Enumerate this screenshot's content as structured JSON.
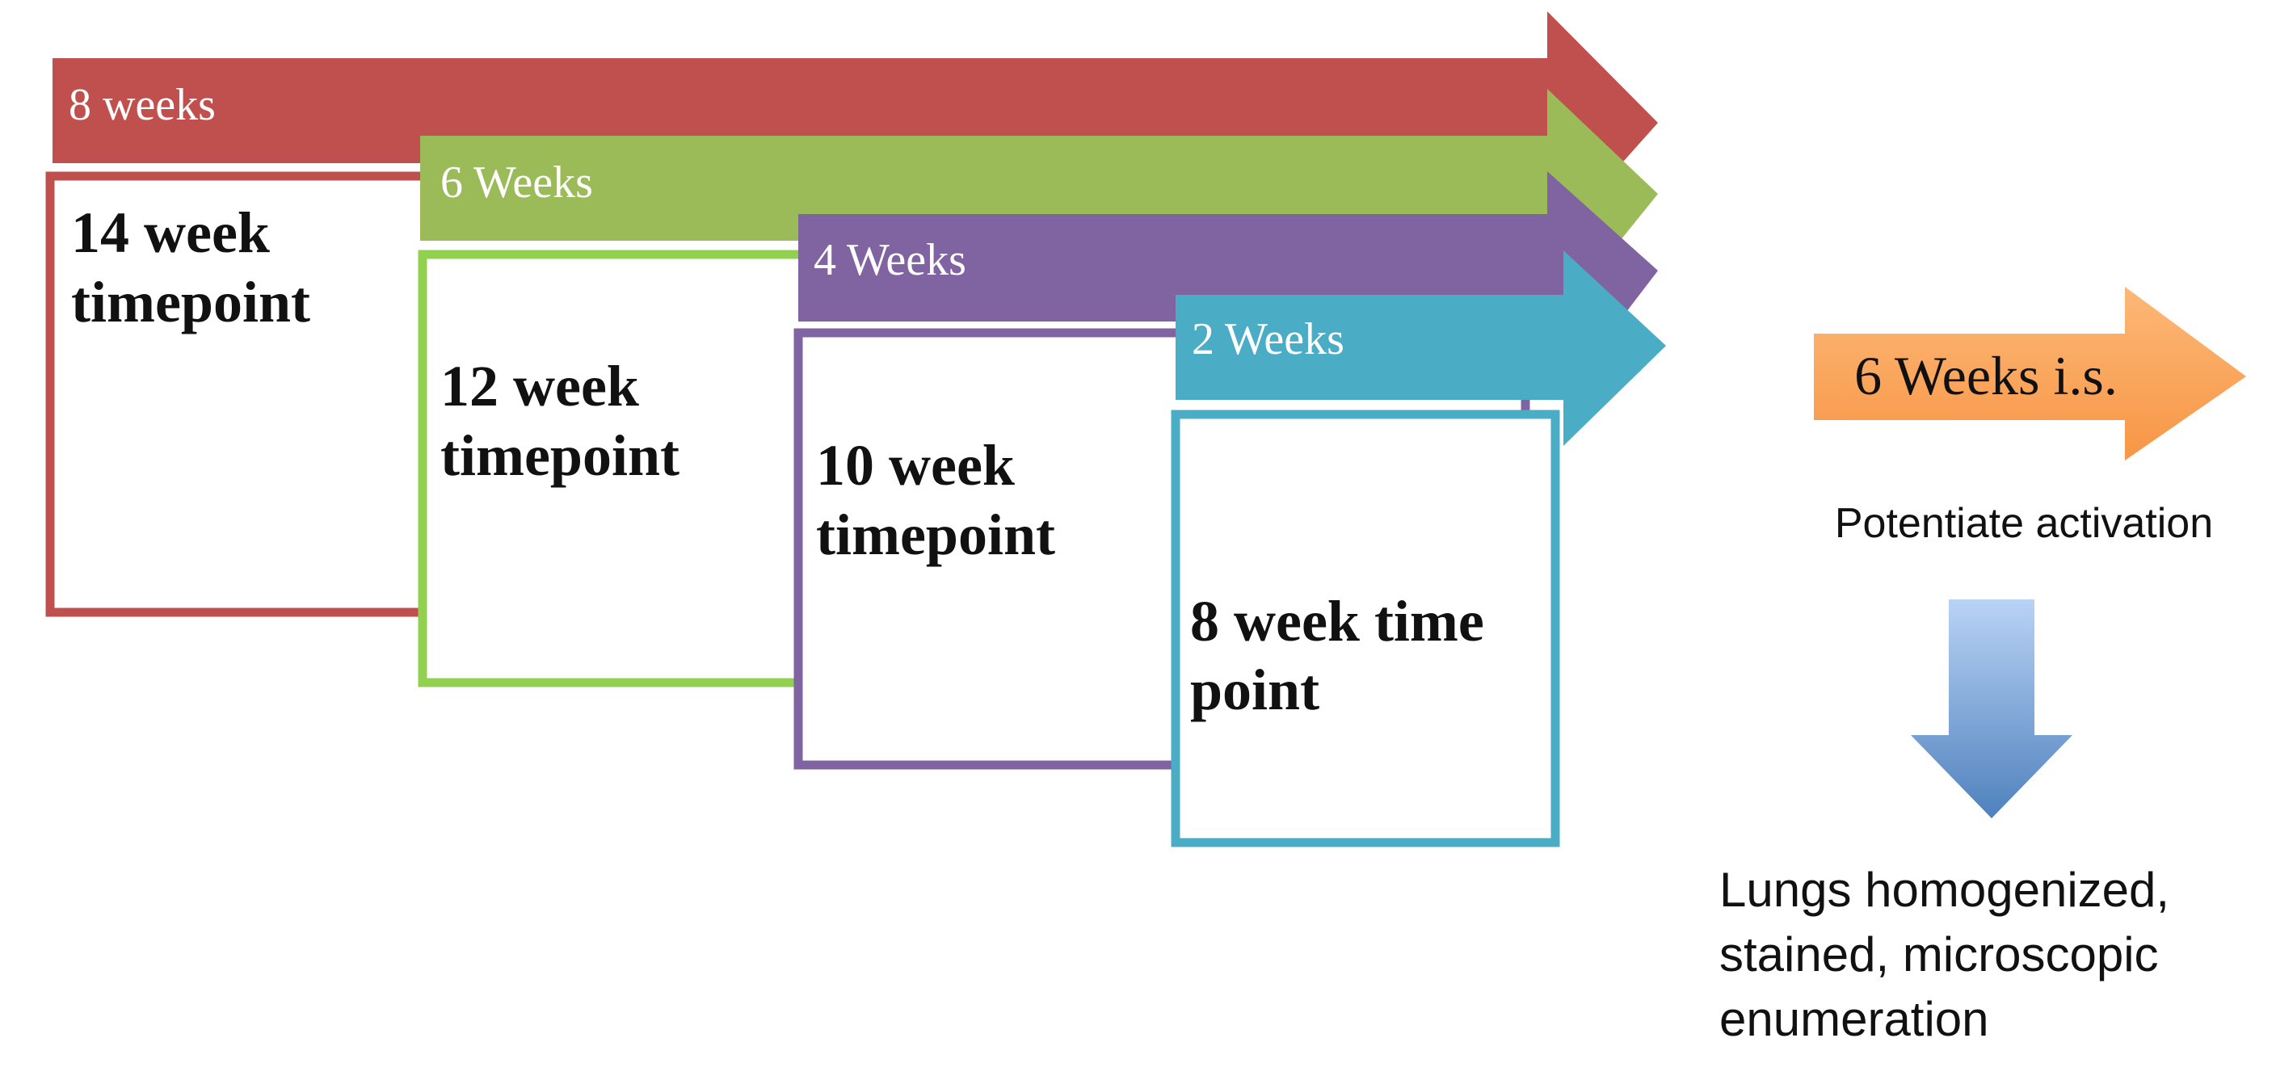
{
  "diagram": {
    "bars": [
      {
        "label": "8 weeks",
        "color": "#C0504D"
      },
      {
        "label": "6 Weeks",
        "color": "#9BBB59"
      },
      {
        "label": "4 Weeks",
        "color": "#8064A2"
      },
      {
        "label": "2 Weeks",
        "color": "#4BACC6"
      }
    ],
    "boxes": [
      {
        "line1": "14 week",
        "line2": "timepoint",
        "border_color": "#C0504D"
      },
      {
        "line1": "12 week",
        "line2": "timepoint",
        "border_color": "#92D050"
      },
      {
        "line1": "10 week",
        "line2": "timepoint",
        "border_color": "#8064A2"
      },
      {
        "line1": "8 week time",
        "line2": "point",
        "border_color": "#4BACC6"
      }
    ],
    "followup": {
      "arrow_label": "6 Weeks i.s.",
      "arrow_colors": [
        "#FDB877",
        "#F79646"
      ],
      "caption": "Potentiate activation",
      "down_arrow_colors": [
        "#B9D3F5",
        "#4F81BD"
      ],
      "result_lines": [
        "Lungs homogenized,",
        "stained, microscopic",
        "enumeration"
      ]
    }
  }
}
